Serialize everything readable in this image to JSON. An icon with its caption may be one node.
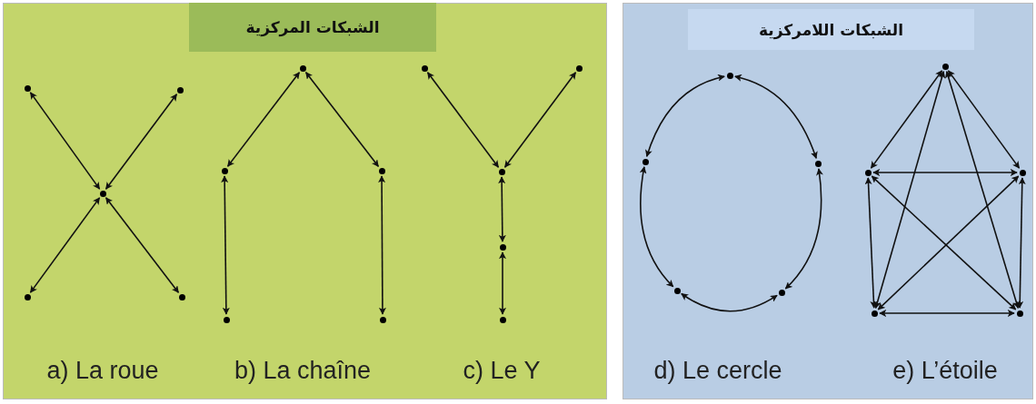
{
  "diagram": {
    "nodes": [
      {
        "text": [
          "الشبكات المركزية"
        ]
      },
      {
        "text": [],
        "shape": "circle",
        "in": 0
      },
      {
        "text": [],
        "shape": "circle",
        "in": 0
      },
      {
        "text": [],
        "shape": "circle",
        "in": 0
      },
      {
        "text": [],
        "shape": "circle",
        "in": 0
      },
      {
        "text": [],
        "shape": "circle",
        "in": 0
      },
      {
        "text": [],
        "shape": "circle",
        "in": 0
      },
      {
        "text": [],
        "shape": "circle",
        "in": 0
      },
      {
        "text": [],
        "shape": "circle",
        "in": 0
      },
      {
        "text": [],
        "shape": "circle",
        "in": 0
      },
      {
        "text": [],
        "shape": "circle",
        "in": 0
      },
      {
        "text": [],
        "shape": "circle",
        "in": 0
      },
      {
        "text": [],
        "shape": "circle",
        "in": 0
      },
      {
        "text": [],
        "shape": "circle",
        "in": 0
      },
      {
        "text": [],
        "shape": "circle",
        "in": 0
      },
      {
        "text": [],
        "shape": "circle",
        "in": 0
      },
      {
        "text": [
          "الشبكات اللامركزية"
        ]
      },
      {
        "text": [],
        "shape": "circle",
        "in": 16
      },
      {
        "text": [],
        "shape": "circle",
        "in": 16
      },
      {
        "text": [],
        "shape": "circle",
        "in": 16
      },
      {
        "text": [],
        "shape": "circle",
        "in": 16
      },
      {
        "text": [],
        "shape": "circle",
        "in": 16
      },
      {
        "text": [],
        "shape": "circle",
        "in": 16
      },
      {
        "text": [],
        "shape": "circle",
        "in": 16
      },
      {
        "text": [],
        "shape": "circle",
        "in": 16
      },
      {
        "text": [],
        "shape": "circle",
        "in": 16
      },
      {
        "text": [],
        "shape": "circle",
        "in": 16
      }
    ],
    "edges": [
      {
        "from": 3,
        "to": 1,
        "arrow": "both"
      },
      {
        "from": 3,
        "to": 2,
        "arrow": "both"
      },
      {
        "from": 3,
        "to": 4,
        "arrow": "both"
      },
      {
        "from": 3,
        "to": 5,
        "arrow": "both"
      },
      {
        "from": 6,
        "to": 7,
        "arrow": "both"
      },
      {
        "from": 6,
        "to": 8,
        "arrow": "both"
      },
      {
        "from": 7,
        "to": 9,
        "arrow": "both"
      },
      {
        "from": 8,
        "to": 10,
        "arrow": "both"
      },
      {
        "from": 11,
        "to": 13,
        "arrow": "both"
      },
      {
        "from": 12,
        "to": 13,
        "arrow": "both"
      },
      {
        "from": 13,
        "to": 14,
        "arrow": "both"
      },
      {
        "from": 14,
        "to": 15,
        "arrow": "both"
      },
      {
        "from": 17,
        "to": 18,
        "arrow": "both"
      },
      {
        "from": 17,
        "to": 19,
        "arrow": "both"
      },
      {
        "from": 18,
        "to": 20,
        "arrow": "both"
      },
      {
        "from": 19,
        "to": 21,
        "arrow": "both"
      },
      {
        "from": 20,
        "to": 21,
        "arrow": "both"
      },
      {
        "from": 22,
        "to": 23,
        "arrow": "both"
      },
      {
        "from": 22,
        "to": 24,
        "arrow": "both"
      },
      {
        "from": 22,
        "to": 25,
        "arrow": "both"
      },
      {
        "from": 22,
        "to": 26,
        "arrow": "both"
      },
      {
        "from": 23,
        "to": 24,
        "arrow": "both"
      },
      {
        "from": 23,
        "to": 25,
        "arrow": "both"
      },
      {
        "from": 23,
        "to": 26,
        "arrow": "both"
      },
      {
        "from": 24,
        "to": 25,
        "arrow": "both"
      },
      {
        "from": 24,
        "to": 26,
        "arrow": "both"
      },
      {
        "from": 25,
        "to": 26,
        "arrow": "both"
      }
    ],
    "labels": [
      "a) La roue",
      "b) La chaîne",
      "c) Le Y",
      "d) Le cercle",
      "e) L’étoile"
    ]
  }
}
